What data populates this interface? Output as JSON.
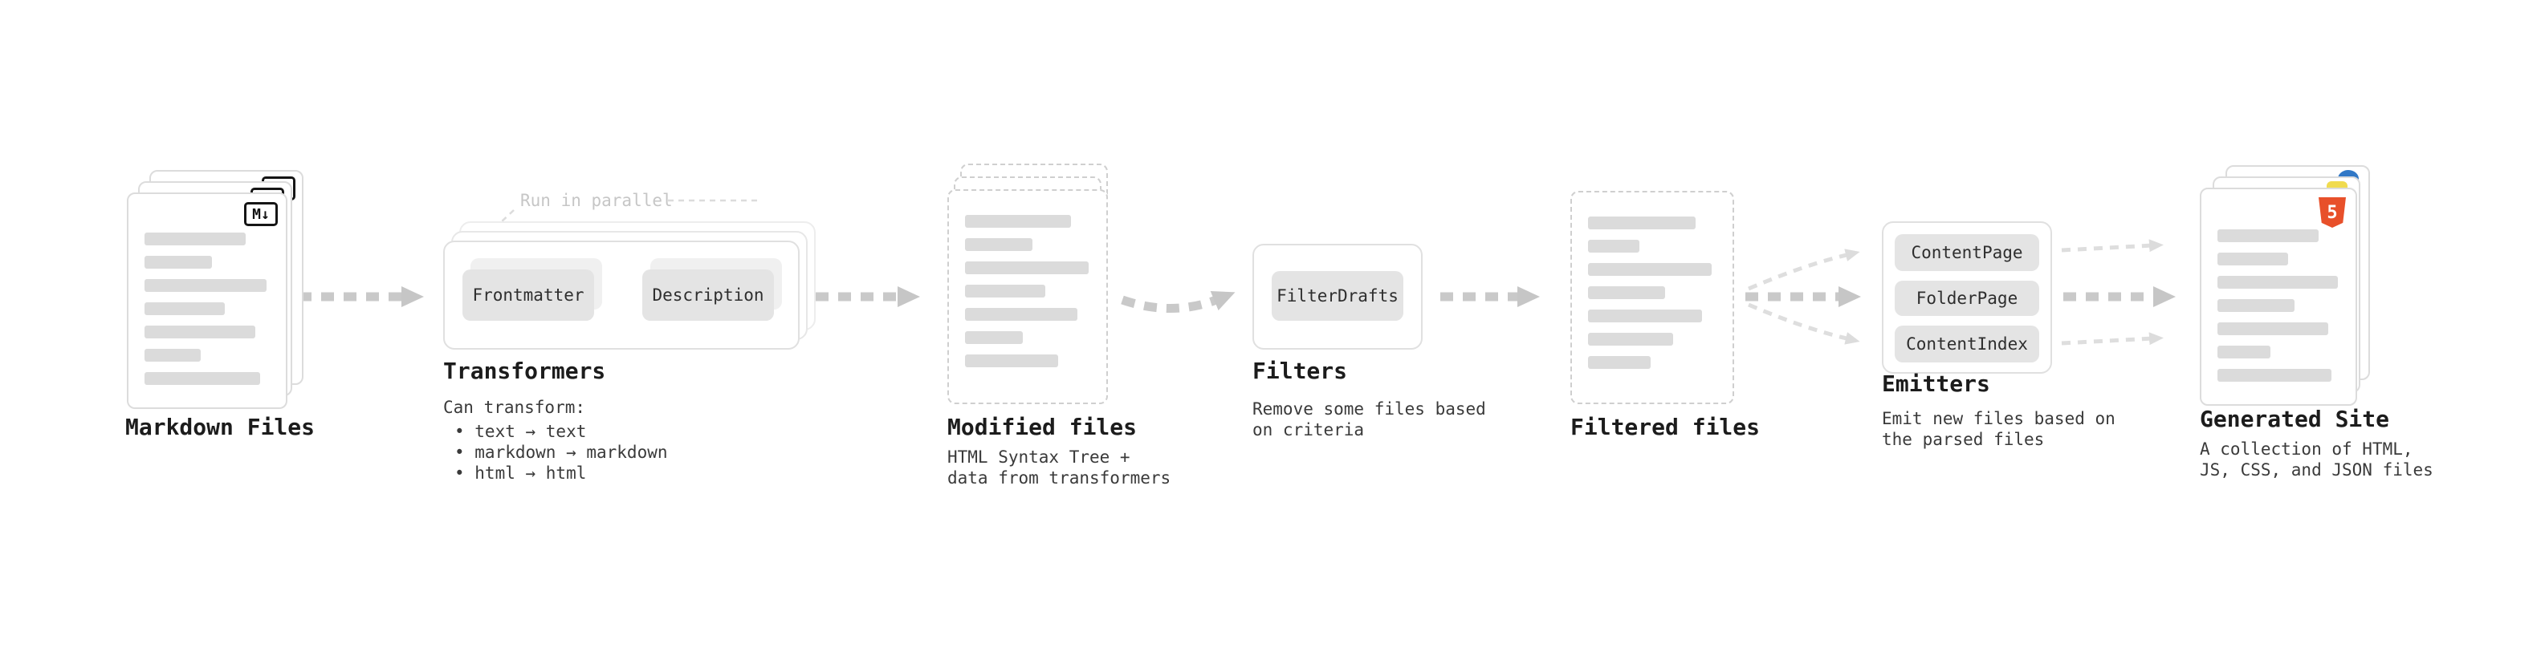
{
  "pipeline": {
    "markdown_files": {
      "title": "Markdown Files",
      "badge": "M↓"
    },
    "transformers": {
      "run_label": "Run in parallel",
      "buttons": [
        "Frontmatter",
        "Description"
      ],
      "title": "Transformers",
      "caption": "Can transform:",
      "bullets": [
        "• text → text",
        "• markdown → markdown",
        "• html → html"
      ]
    },
    "modified_files": {
      "title": "Modified files",
      "caption_line1": "HTML Syntax Tree +",
      "caption_line2": "data from transformers"
    },
    "filters": {
      "title": "Filters",
      "button": "FilterDrafts",
      "caption_line1": "Remove some files based",
      "caption_line2": "on criteria"
    },
    "filtered_files": {
      "title": "Filtered files"
    },
    "emitters": {
      "title": "Emitters",
      "buttons": [
        "ContentPage",
        "FolderPage",
        "ContentIndex"
      ],
      "caption_line1": "Emit new files based on",
      "caption_line2": "the parsed files"
    },
    "generated_site": {
      "title": "Generated Site",
      "badge": "5",
      "caption_line1": "A collection of HTML,",
      "caption_line2": "JS, CSS, and JSON files"
    }
  },
  "colors": {
    "arrow": "#c9c9c9",
    "arrow_light": "#dedede",
    "card_border": "#dcdcdc",
    "dashed_border": "#cfcfcf",
    "placeholder_bar": "#dbdbdb",
    "chip_bg": "#e4e4e4",
    "html5_orange": "#e8502a",
    "js_yellow": "#f0db4f",
    "json_blue": "#3178c6",
    "title_text": "#1c1c1c",
    "caption_text": "#3a3a3a",
    "ghost_text": "#c6c6c6"
  }
}
